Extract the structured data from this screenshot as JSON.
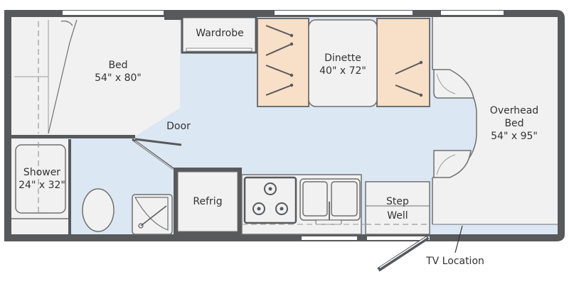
{
  "floorplan": {
    "rooms": {
      "bed": {
        "name": "Bed",
        "size": "54\" x 80\""
      },
      "wardrobe": {
        "name": "Wardrobe"
      },
      "dinette": {
        "name": "Dinette",
        "size": "40\" x 72\""
      },
      "overhead_bed": {
        "name_line1": "Overhead",
        "name_line2": "Bed",
        "size": "54\" x 95\""
      },
      "shower": {
        "name": "Shower",
        "size": "24\" x 32\""
      },
      "refrig": {
        "name": "Refrig"
      },
      "step_well": {
        "line1": "Step",
        "line2": "Well"
      }
    },
    "door_label": "Door",
    "tv_label": "TV Location"
  },
  "colors": {
    "wall": "#58595b",
    "floor": "#dbe7f3",
    "furniture": "#f1f1f1",
    "cushion": "#f7dfc8",
    "outline": "#707070",
    "dash": "#9a9a9a",
    "window": "#ffffff",
    "label": "#333333"
  }
}
